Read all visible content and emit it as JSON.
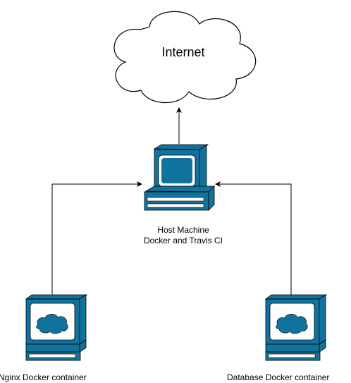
{
  "nodes": {
    "cloud": {
      "label": "Internet"
    },
    "host": {
      "line1": "Host Machine",
      "line2": "Docker and Travis CI"
    },
    "nginx": {
      "label": "Nginx Docker container"
    },
    "database": {
      "label": "Database Docker container"
    }
  },
  "colors": {
    "screen_fill": "#10739e",
    "screen_inner": "#ffffff",
    "stroke": "#000000"
  },
  "icons": {
    "cloud": "cloud-icon",
    "host": "computer-icon",
    "nginx": "computer-cloud-icon",
    "database": "computer-cloud-icon"
  }
}
